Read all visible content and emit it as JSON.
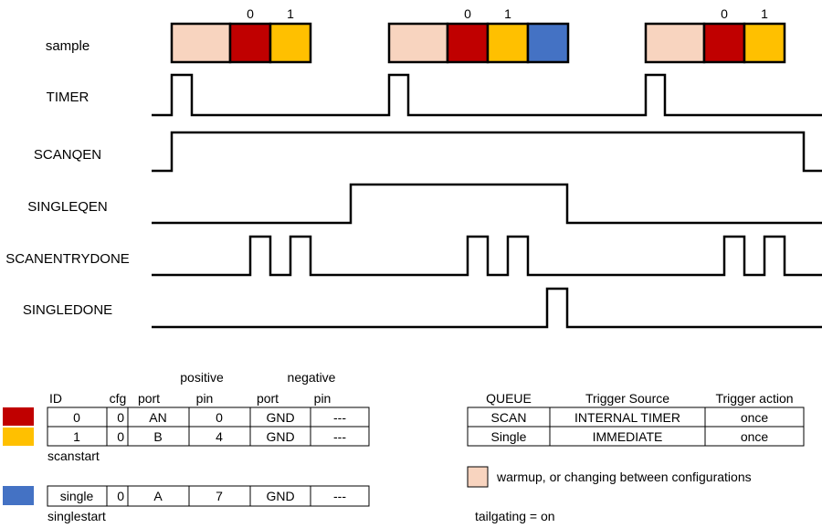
{
  "colors": {
    "warmup": "#f8d4bf",
    "conf0": "#c00000",
    "conf1": "#ffc000",
    "single": "#4472c4"
  },
  "timing": {
    "signals": [
      "sample",
      "TIMER",
      "SCANQEN",
      "SINGLEQEN",
      "SCANENTRYDONE",
      "SINGLEDONE"
    ],
    "sample_groups": [
      {
        "labels": [
          "0",
          "1"
        ],
        "cells": [
          "warmup",
          "conf0",
          "conf1"
        ]
      },
      {
        "labels": [
          "0",
          "1"
        ],
        "cells": [
          "warmup",
          "conf0",
          "conf1",
          "single"
        ]
      },
      {
        "labels": [
          "0",
          "1"
        ],
        "cells": [
          "warmup",
          "conf0",
          "conf1"
        ]
      }
    ]
  },
  "config_table": {
    "group_headers": [
      "positive",
      "negative"
    ],
    "col_headers": [
      "ID",
      "cfg",
      "port",
      "pin",
      "port",
      "pin"
    ],
    "rows": [
      {
        "color": "conf0",
        "cells": [
          "0",
          "0",
          "AN",
          "0",
          "GND",
          "---"
        ]
      },
      {
        "color": "conf1",
        "cells": [
          "1",
          "0",
          "B",
          "4",
          "GND",
          "---"
        ]
      }
    ],
    "caption": "scanstart"
  },
  "single_table": {
    "color": "single",
    "cells": [
      "single",
      "0",
      "A",
      "7",
      "GND",
      "---"
    ],
    "caption": "singlestart"
  },
  "queue_table": {
    "headers": [
      "QUEUE",
      "Trigger Source",
      "Trigger action"
    ],
    "rows": [
      [
        "SCAN",
        "INTERNAL TIMER",
        "once"
      ],
      [
        "Single",
        "IMMEDIATE",
        "once"
      ]
    ]
  },
  "legend": {
    "color": "warmup",
    "text": "warmup, or changing between configurations"
  },
  "note": "tailgating = on"
}
